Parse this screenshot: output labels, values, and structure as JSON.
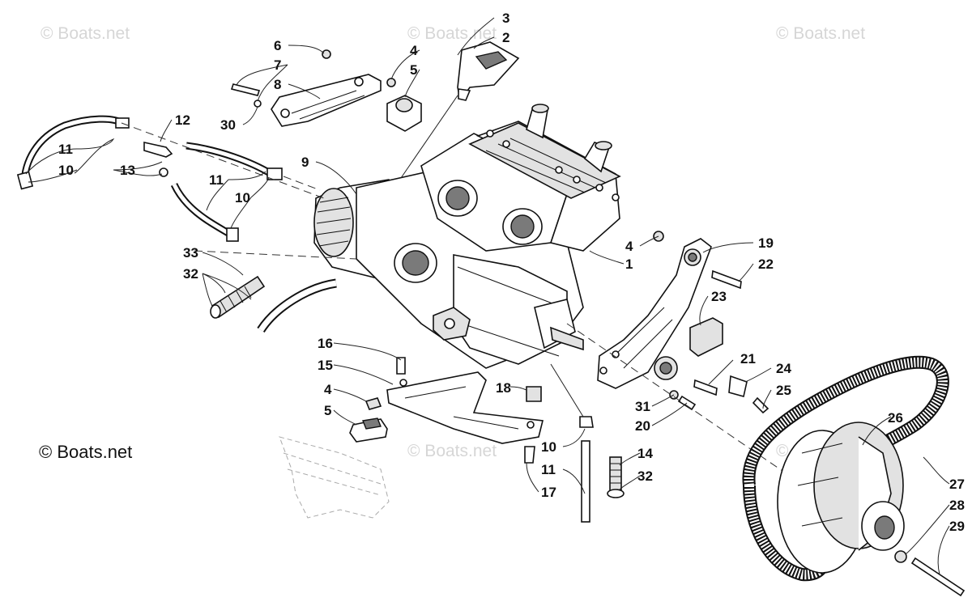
{
  "watermarks": {
    "top_left": "© Boats.net",
    "top_center": "© Boats.net",
    "top_right": "© Boats.net",
    "center": "© Boats.net",
    "main": "© Boats.net"
  },
  "callouts": {
    "c1": "1",
    "c2": "2",
    "c3": "3",
    "c4a": "4",
    "c4b": "4",
    "c4c": "4",
    "c5a": "5",
    "c5b": "5",
    "c6": "6",
    "c7": "7",
    "c8": "8",
    "c9": "9",
    "c10a": "10",
    "c10b": "10",
    "c10c": "10",
    "c11a": "11",
    "c11b": "11",
    "c11c": "11",
    "c12": "12",
    "c13": "13",
    "c14": "14",
    "c15": "15",
    "c16": "16",
    "c17": "17",
    "c18": "18",
    "c19": "19",
    "c20": "20",
    "c21": "21",
    "c22": "22",
    "c23": "23",
    "c24": "24",
    "c25": "25",
    "c26": "26",
    "c27": "27",
    "c28": "28",
    "c29": "29",
    "c30": "30",
    "c31": "31",
    "c32a": "32",
    "c32b": "32",
    "c33": "33"
  }
}
